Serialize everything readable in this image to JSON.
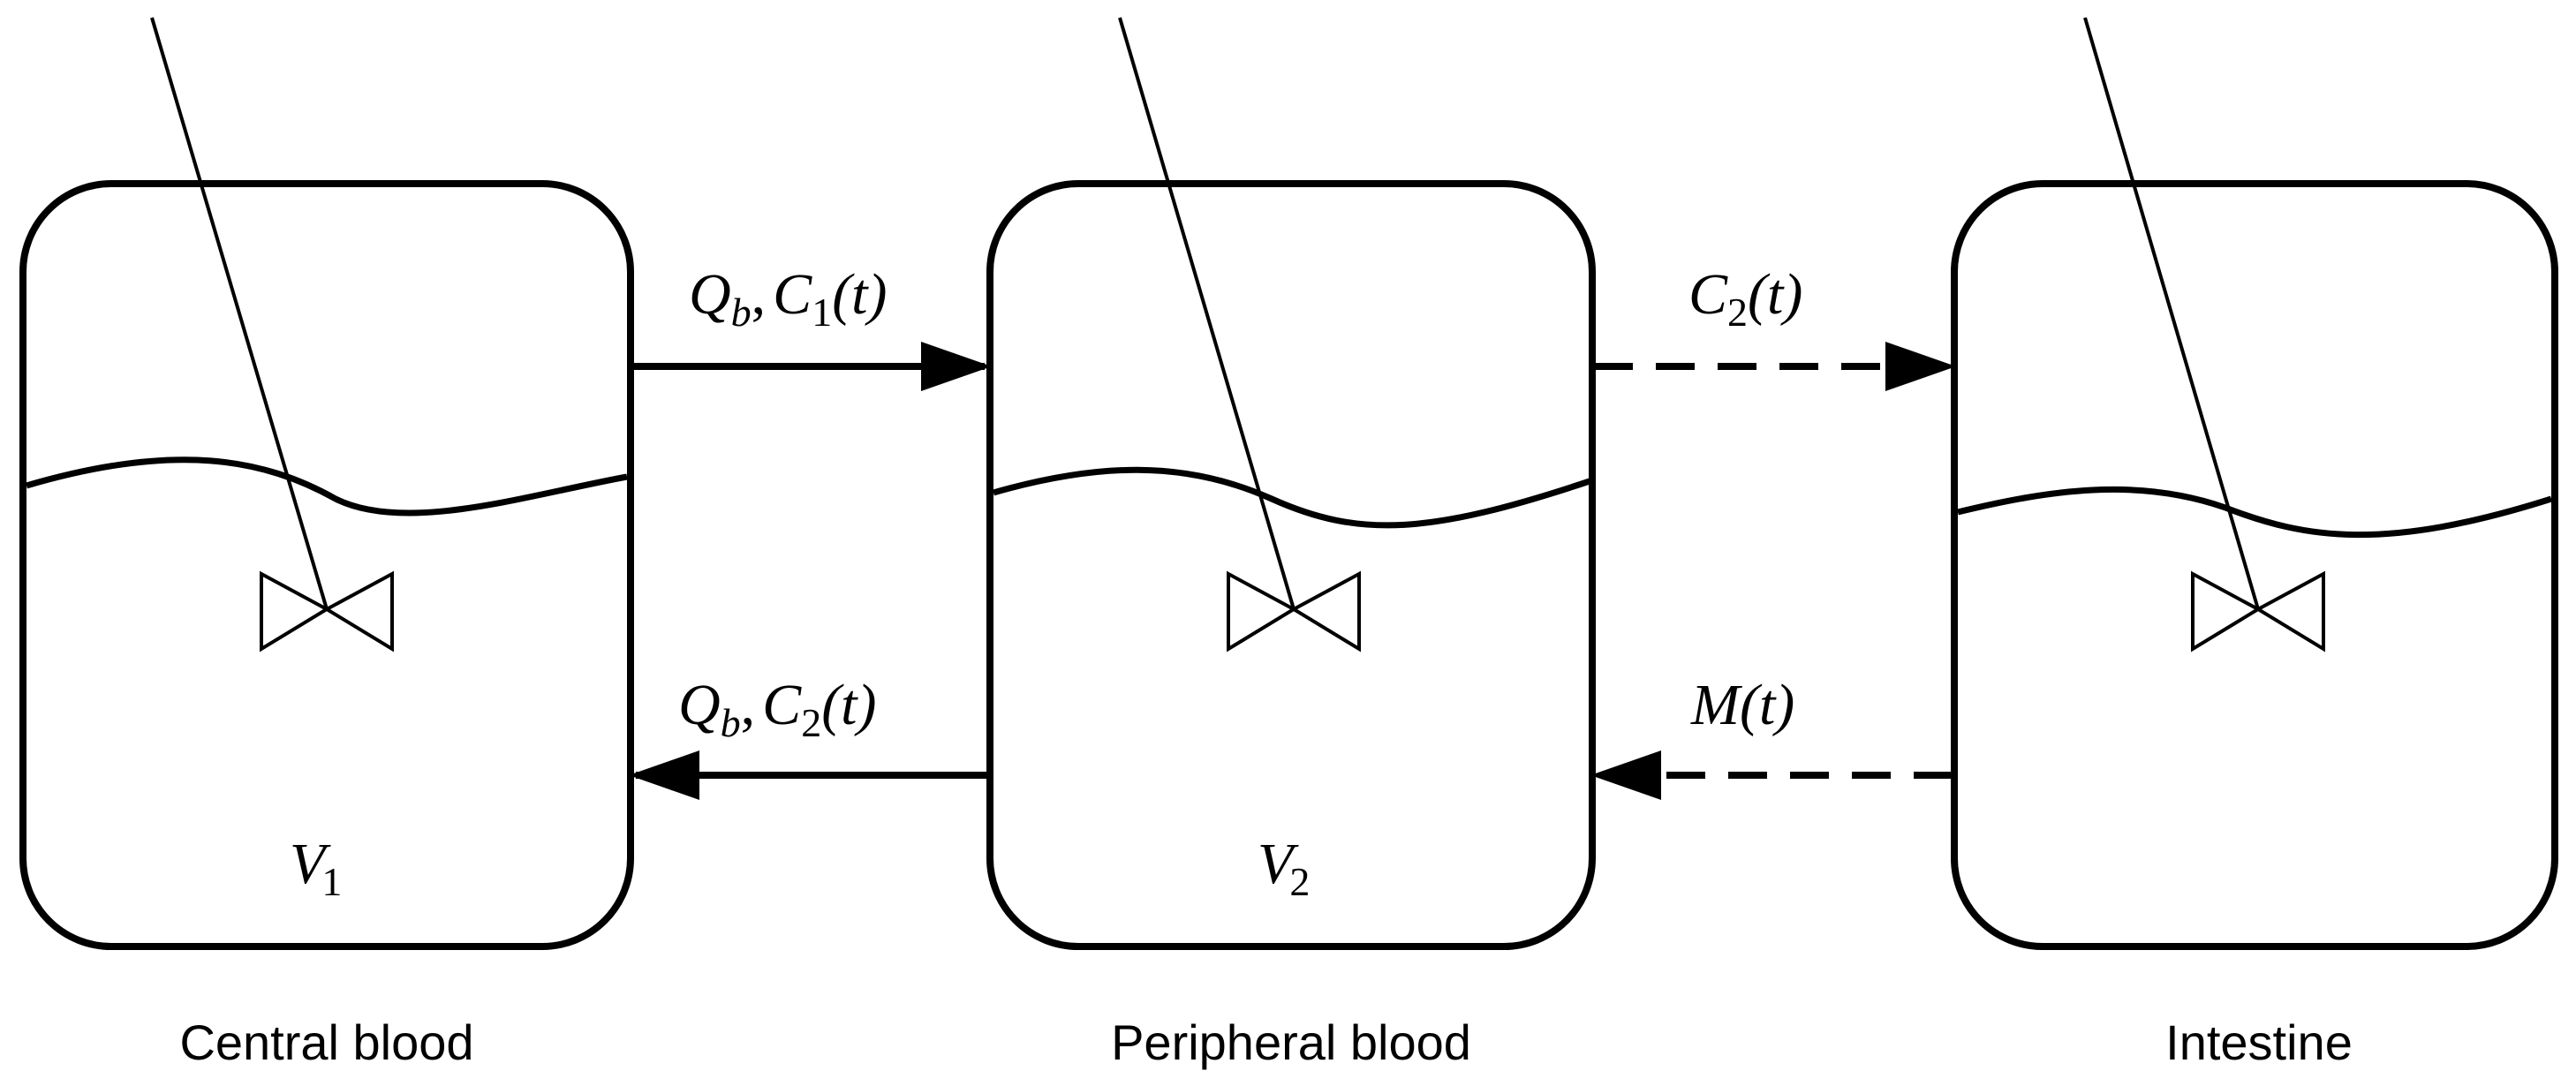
{
  "compartments": [
    {
      "id": "central",
      "caption": "Central blood",
      "volume": {
        "symbol": "V",
        "subscript": "1"
      }
    },
    {
      "id": "peripheral",
      "caption": "Peripheral blood",
      "volume": {
        "symbol": "V",
        "subscript": "2"
      }
    },
    {
      "id": "intestine",
      "caption": "Intestine",
      "volume": null
    }
  ],
  "flows": {
    "central_to_peripheral": {
      "style": "solid",
      "label": {
        "q": "Q",
        "q_sub": "b",
        "sep": ",",
        "c": "C",
        "c_sub": "1",
        "arg": "(t)"
      }
    },
    "peripheral_to_central": {
      "style": "solid",
      "label": {
        "q": "Q",
        "q_sub": "b",
        "sep": ",",
        "c": "C",
        "c_sub": "2",
        "arg": "(t)"
      }
    },
    "peripheral_to_intestine": {
      "style": "dashed",
      "label": {
        "c": "C",
        "c_sub": "2",
        "arg": "(t)"
      }
    },
    "intestine_to_peripheral": {
      "style": "dashed",
      "label": {
        "m": "M",
        "arg": "(t)"
      }
    }
  },
  "colors": {
    "stroke": "#000000",
    "background": "#ffffff"
  }
}
